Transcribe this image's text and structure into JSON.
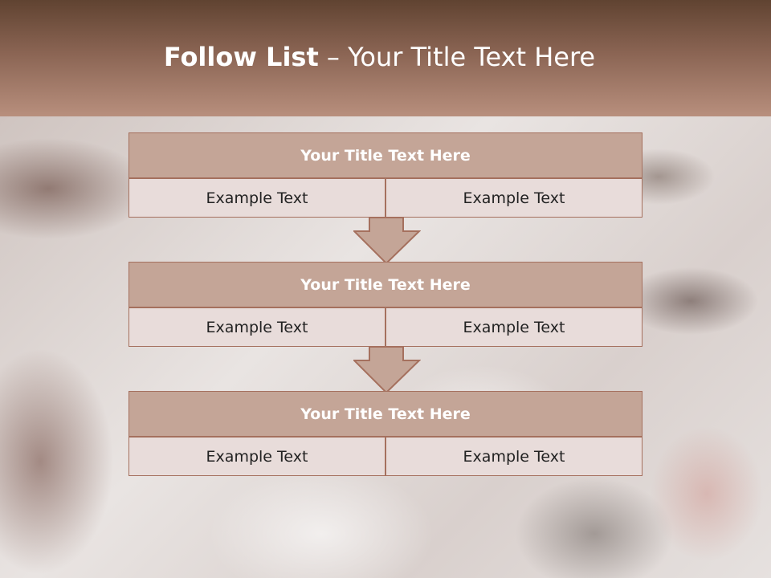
{
  "header": {
    "title_bold": "Follow List",
    "title_rest": " – Your Title Text Here"
  },
  "blocks": [
    {
      "title": "Your Title Text Here",
      "left": "Example Text",
      "right": "Example Text"
    },
    {
      "title": "Your Title Text Here",
      "left": "Example Text",
      "right": "Example Text"
    },
    {
      "title": "Your Title Text Here",
      "left": "Example Text",
      "right": "Example Text"
    }
  ],
  "colors": {
    "header_dark": "#604331",
    "header_light": "#b88f7d",
    "block_title_bg": "#c4a597",
    "cell_bg": "#e8dcda",
    "border": "#a5705e"
  }
}
